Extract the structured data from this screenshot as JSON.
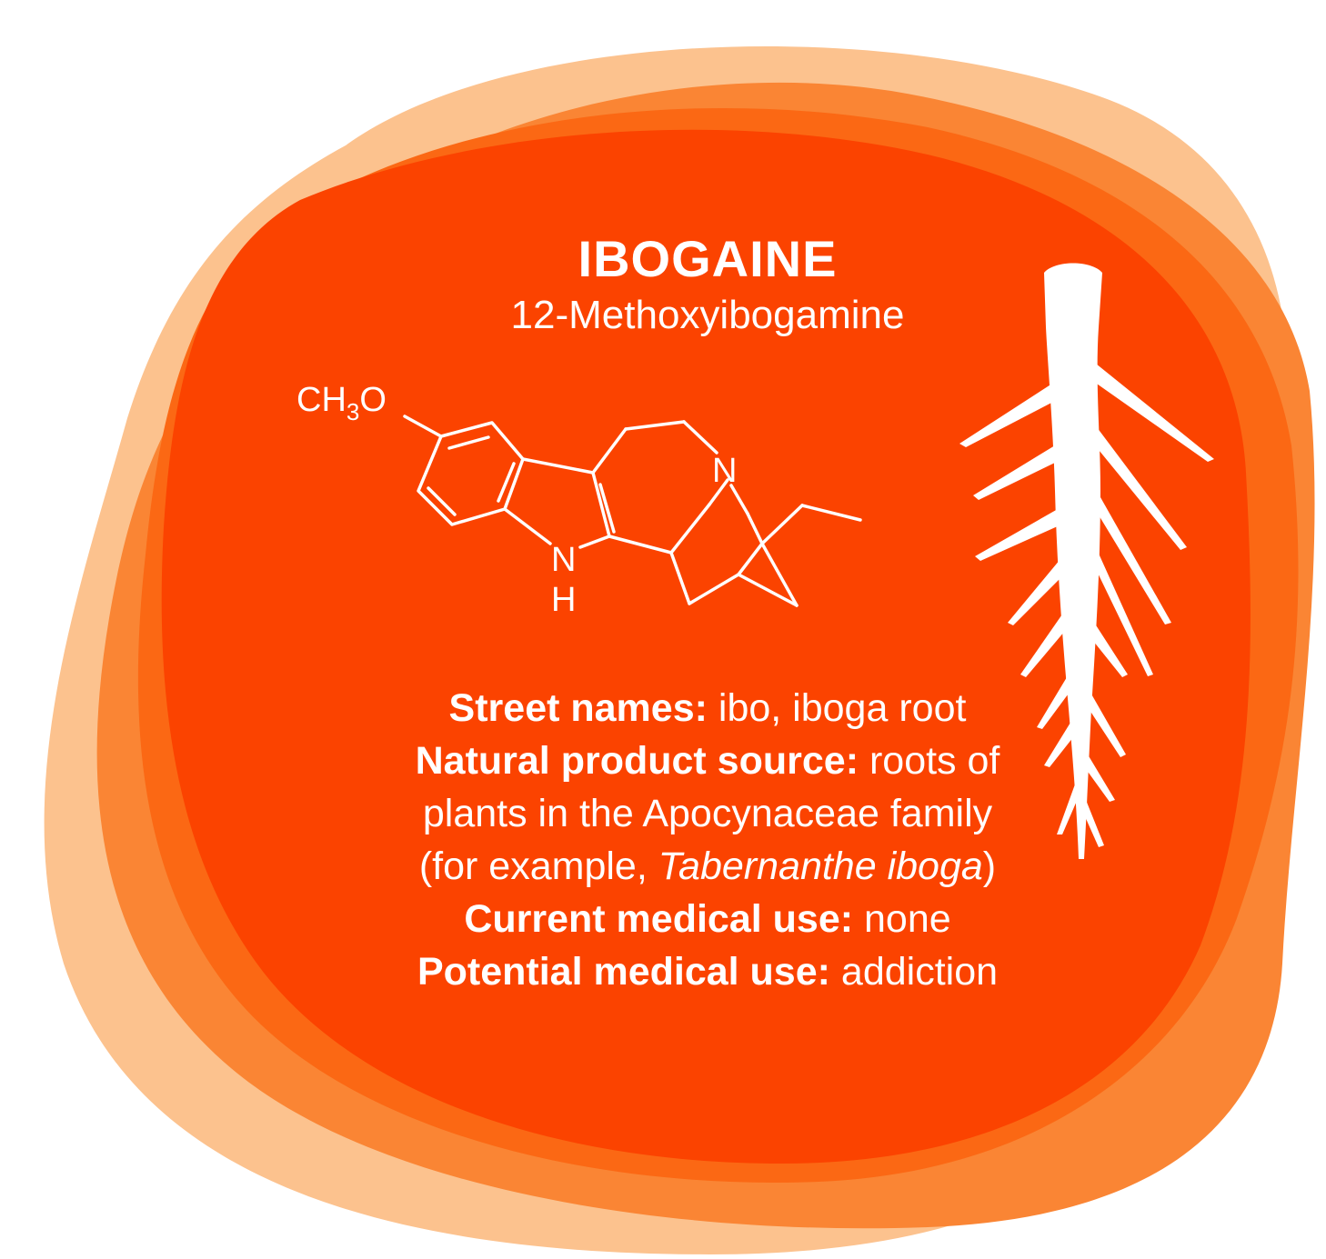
{
  "colors": {
    "blob_light": "#FCC28E",
    "blob_mid": "#FA8534",
    "blob_orange": "#FB6814",
    "blob_core": "#FB4300",
    "text": "#FFFFFF"
  },
  "header": {
    "title": "IBOGAINE",
    "subtitle": "12-Methoxyibogamine"
  },
  "molecule": {
    "substituent_label": "CH",
    "substituent_subscript": "3",
    "substituent_suffix": "O",
    "nitrogen_label": "N",
    "indole_n_label": "N",
    "indole_h_label": "H"
  },
  "facts": {
    "street_names_label": "Street names:",
    "street_names_value": " ibo, iboga root",
    "source_label": "Natural product source:",
    "source_value_1": " roots of",
    "source_value_2": "plants in the Apocynaceae family",
    "source_value_3_prefix": "(for example, ",
    "source_value_3_italic": "Tabernanthe iboga",
    "source_value_3_suffix": ")",
    "current_use_label": "Current medical use:",
    "current_use_value": " none",
    "potential_use_label": "Potential medical use:",
    "potential_use_value": " addiction"
  },
  "icons": {
    "root": "plant-root-icon",
    "molecule": "ibogaine-structure-diagram"
  }
}
